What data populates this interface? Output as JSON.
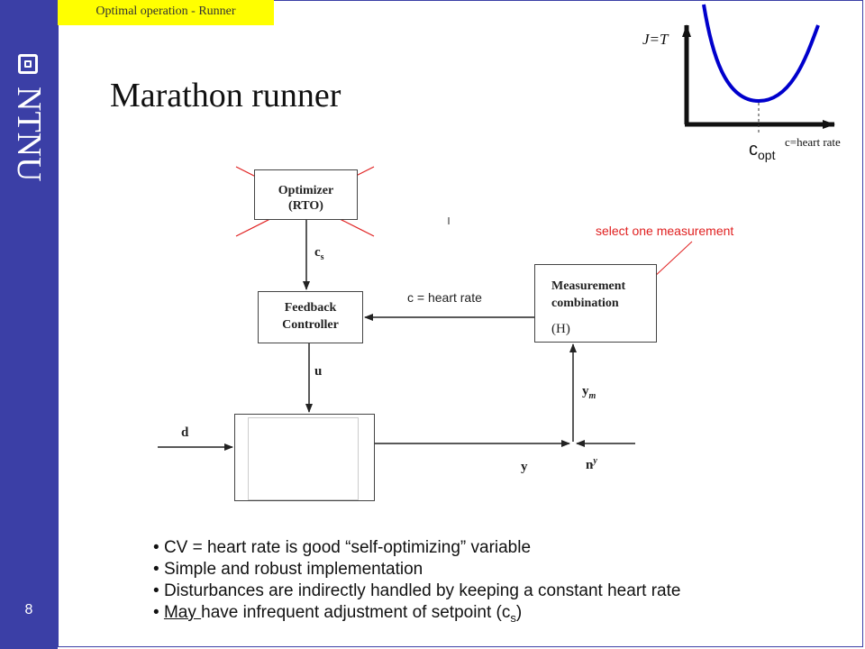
{
  "header": {
    "tab": "Optimal operation - Runner"
  },
  "sidebar": {
    "logo_text": "NTNU",
    "page_number": "8"
  },
  "slide": {
    "title": "Marathon runner"
  },
  "cost_curve": {
    "ylabel": "J=T",
    "xlabel_main": "c",
    "xlabel_sub": "opt",
    "xlabel_right": "c=heart rate"
  },
  "diagram": {
    "optimizer": {
      "line1": "Optimizer",
      "line2": "(RTO)"
    },
    "feedback": {
      "line1": "Feedback",
      "line2": "Controller"
    },
    "measurement": {
      "line1": "Measurement",
      "line2": "combination",
      "line3": "(H)"
    },
    "signals": {
      "cs": "c",
      "cs_sub": "s",
      "u": "u",
      "d": "d",
      "y": "y",
      "ym": "y",
      "ym_sub": "m",
      "ny": "n",
      "ny_sup": "y"
    },
    "c_label": "c = heart rate",
    "annotation": "select one measurement"
  },
  "bullets": {
    "b1": "CV = heart rate is good “self-optimizing” variable",
    "b2": "Simple and robust implementation",
    "b3": "Disturbances are indirectly handled by keeping a constant heart rate",
    "b4_underlined": "May ",
    "b4_rest": "have infrequent adjustment of setpoint (c",
    "b4_sub": "s",
    "b4_end": ")"
  },
  "colors": {
    "sidebar": "#3b3fa6",
    "header_tab": "#ffff00",
    "curve": "#0000cc",
    "annotation": "#e02020"
  }
}
